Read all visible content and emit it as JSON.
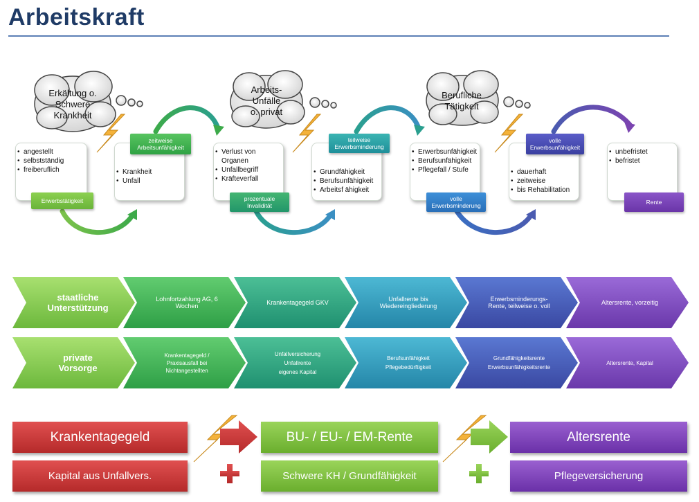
{
  "title": "Arbeitskraft",
  "clouds": [
    {
      "text": "Erkältung o.\nSchwere\nKrankheit"
    },
    {
      "text": "Arbeits-\nUnfälle\no. privat"
    },
    {
      "text": "Berufliche\nTätigkeit"
    }
  ],
  "cards": [
    {
      "items": [
        "angestellt",
        "selbstständig",
        "freiberuflich"
      ],
      "tag": "Erwerbstätigkeit"
    },
    {
      "items": [
        "Krankheit",
        "Unfall"
      ],
      "tag": "zeitweise\nArbeitsunfähigkeit"
    },
    {
      "items": [
        "Verlust von\nOrganen",
        "Unfallbegriff",
        "Kräfteverfall"
      ],
      "tag": "prozentuale\nInvalidität"
    },
    {
      "items": [
        "Grundfähigkeit",
        "Berufsunfähigkeit",
        "Arbeitsf ähigkeit"
      ],
      "tag": "teilweise\nErwerbsminderung"
    },
    {
      "items": [
        "",
        "Erwerbsunfähigkeit",
        "Berufsunfähigkeit",
        "Pflegefall / Stufe"
      ],
      "tag": "volle\nErwerbsminderung"
    },
    {
      "items": [
        "dauerhaft",
        "zeitweise",
        "bis Rehabilitation"
      ],
      "tag": "volle\nErwerbsunfähigkeit"
    },
    {
      "items": [
        "unbefristet",
        "befristet"
      ],
      "tag": "Rente"
    }
  ],
  "rows": [
    {
      "label": "staatliche\nUnterstützung",
      "steps": [
        "Lohnfortzahlung AG, 6\nWochen",
        "Krankentagegeld GKV",
        "Unfallrente bis\nWiedereingliederung",
        "Erwerbsminderungs-\nRente, teilweise o. voll",
        "Altersrente, vorzeitig"
      ]
    },
    {
      "label": "private\nVorsorge",
      "steps": [
        "Krankentagegeld /\nPraxisausfall bei\nNichtangestellten",
        "Unfallversicherung\nUnfallrente\neigenes Kapital",
        "Berufsunfähigkeit\nPflegebedürftigkeit",
        "Grundfähigkeitsrente\nErwerbsunfähigkeitsrente",
        "Altersrente, Kapital"
      ]
    }
  ],
  "bottom": {
    "row1": [
      "Krankentagegeld",
      "BU- / EU- / EM-Rente",
      "Altersrente"
    ],
    "row2": [
      "Kapital aus Unfallvers.",
      "Schwere KH / Grundfähigkeit",
      "Pflegeversicherung"
    ]
  },
  "colors": {
    "green_light": "#8cc63f",
    "green": "#3daa4a",
    "teal": "#2a9f8f",
    "blue": "#3a8fc2",
    "indigo": "#4a5bb0",
    "purple": "#7a44b0",
    "red": "#c83a3a",
    "lime": "#7cbf3a",
    "violet": "#7a3ab0",
    "lightning": "#f0a830"
  }
}
